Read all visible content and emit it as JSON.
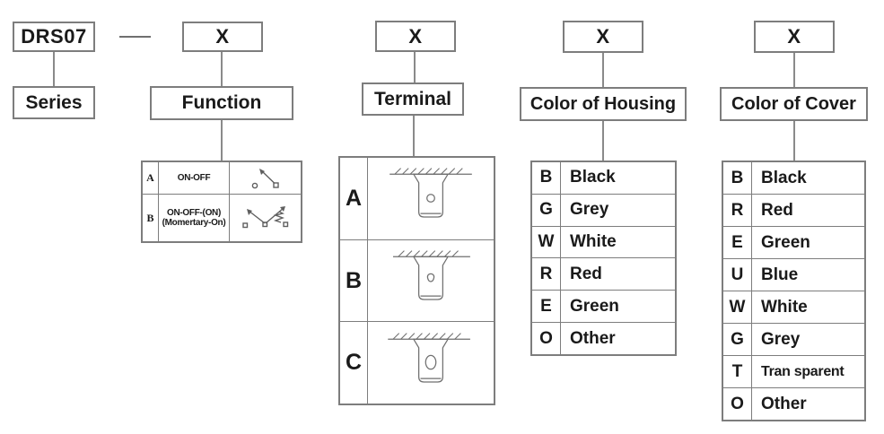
{
  "diagram": {
    "title": "DRS07 ordering code diagram",
    "series": {
      "code": "DRS07",
      "label": "Series"
    },
    "separator_icon": "dash-separator",
    "function": {
      "code": "X",
      "label": "Function",
      "rows": {
        "a": {
          "key": "A",
          "desc": "ON-OFF",
          "icon": "spst-switch-icon"
        },
        "b": {
          "key": "B",
          "desc_line1": "ON-OFF-(ON)",
          "desc_line2": "(Momertary-On)",
          "icon": "spdt-momentary-switch-icon"
        }
      }
    },
    "terminal": {
      "code": "X",
      "label": "Terminal",
      "rows": {
        "a": {
          "key": "A",
          "icon": "terminal-round-hole-icon"
        },
        "b": {
          "key": "B",
          "icon": "terminal-keyhole-icon"
        },
        "c": {
          "key": "C",
          "icon": "terminal-oval-hole-icon"
        }
      }
    },
    "housing": {
      "code": "X",
      "label": "Color of Housing",
      "options": [
        {
          "key": "B",
          "value": "Black"
        },
        {
          "key": "G",
          "value": "Grey"
        },
        {
          "key": "W",
          "value": "White"
        },
        {
          "key": "R",
          "value": "Red"
        },
        {
          "key": "E",
          "value": "Green"
        },
        {
          "key": "O",
          "value": "Other"
        }
      ]
    },
    "cover": {
      "code": "X",
      "label": "Color of Cover",
      "options": [
        {
          "key": "B",
          "value": "Black"
        },
        {
          "key": "R",
          "value": "Red"
        },
        {
          "key": "E",
          "value": "Green"
        },
        {
          "key": "U",
          "value": "Blue"
        },
        {
          "key": "W",
          "value": "White"
        },
        {
          "key": "G",
          "value": "Grey"
        },
        {
          "key": "T",
          "value": "Tran sparent"
        },
        {
          "key": "O",
          "value": "Other"
        }
      ]
    },
    "colors": {
      "line": "#7d7d7d",
      "text": "#1a1a1a",
      "background": "#ffffff"
    }
  }
}
